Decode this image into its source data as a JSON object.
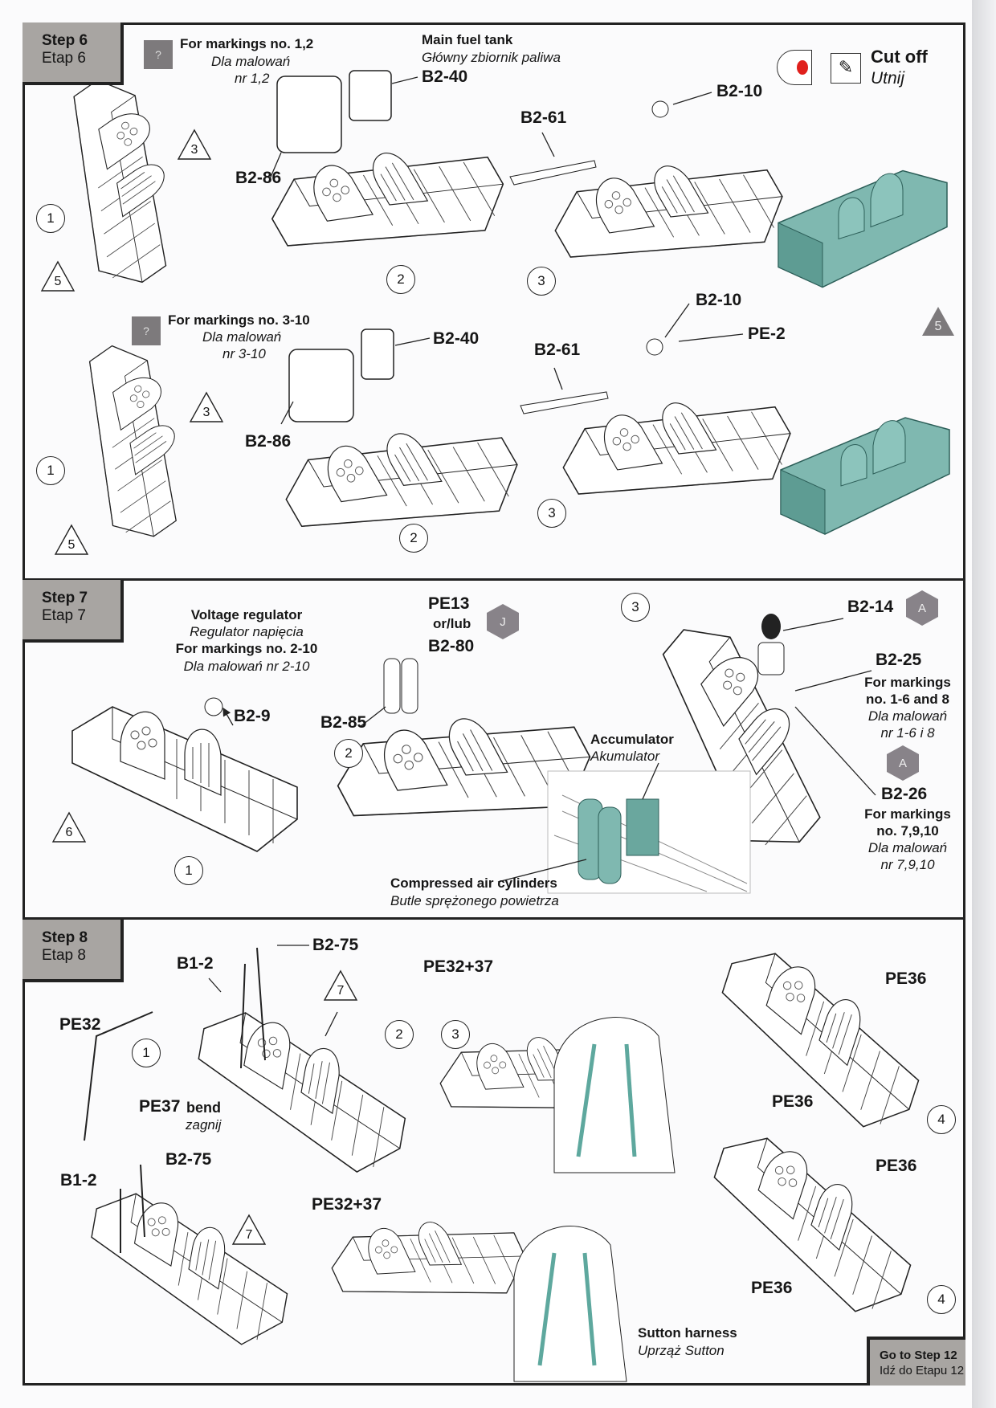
{
  "step6": {
    "header": {
      "step": "Step 6",
      "etap": "Etap 6"
    },
    "row1": {
      "marker": "?",
      "markings": "For markings no. 1,2",
      "markings_pl": "Dla malowań",
      "markings_nr": "nr 1,2",
      "fuel_tank": "Main fuel tank",
      "fuel_tank_pl": "Główny zbiornik paliwa",
      "parts": {
        "b2_40": "B2-40",
        "b2_86": "B2-86",
        "b2_61": "B2-61",
        "b2_10": "B2-10"
      },
      "callouts": {
        "c1": "1",
        "c2": "2",
        "c3": "3",
        "t3": "3",
        "t5": "5"
      }
    },
    "cut_off": {
      "label": "Cut off",
      "label_pl": "Utnij"
    },
    "next_badge": "5",
    "row2": {
      "marker": "?",
      "markings": "For markings no. 3-10",
      "markings_pl": "Dla malowań",
      "markings_nr": "nr 3-10",
      "parts": {
        "b2_40": "B2-40",
        "b2_86": "B2-86",
        "b2_61": "B2-61",
        "b2_10": "B2-10",
        "pe_2": "PE-2"
      },
      "callouts": {
        "c1": "1",
        "c2": "2",
        "c3": "3",
        "t3": "3",
        "t5": "5"
      }
    }
  },
  "step7": {
    "header": {
      "step": "Step 7",
      "etap": "Etap 7"
    },
    "voltage": {
      "title": "Voltage regulator",
      "title_pl": "Regulator napięcia",
      "markings": "For markings no. 2-10",
      "markings_pl": "Dla malowań nr 2-10"
    },
    "parts": {
      "b2_9": "B2-9",
      "pe13": "PE13",
      "or": "or/lub",
      "b2_80": "B2-80",
      "b2_85": "B2-85",
      "b2_14": "B2-14",
      "b2_25": "B2-25",
      "b2_26": "B2-26"
    },
    "hex_j": "J",
    "hex_a1": "A",
    "hex_a2": "A",
    "b2_25_note": {
      "l1": "For markings",
      "l2": "no. 1-6 and 8",
      "l3": "Dla malowań",
      "l4": "nr 1-6 i 8"
    },
    "b2_26_note": {
      "l1": "For markings",
      "l2": "no. 7,9,10",
      "l3": "Dla malowań",
      "l4": "nr 7,9,10"
    },
    "accumulator": {
      "label": "Accumulator",
      "label_pl": "Akumulator"
    },
    "cylinders": {
      "label": "Compressed air cylinders",
      "label_pl": "Butle sprężonego powietrza"
    },
    "callouts": {
      "c1": "1",
      "c2": "2",
      "c3": "3",
      "t6": "6"
    }
  },
  "step8": {
    "header": {
      "step": "Step 8",
      "etap": "Etap 8"
    },
    "parts": {
      "b2_75a": "B2-75",
      "b1_2a": "B1-2",
      "pe32": "PE32",
      "pe37": "PE37",
      "bend": "bend",
      "bend_pl": "zagnij",
      "pe32_37a": "PE32+37",
      "pe36a": "PE36",
      "pe36b": "PE36",
      "b2_75b": "B2-75",
      "b1_2b": "B1-2",
      "pe32_37b": "PE32+37",
      "pe36c": "PE36",
      "pe36d": "PE36"
    },
    "sutton": {
      "label": "Sutton harness",
      "label_pl": "Uprząż Sutton"
    },
    "callouts": {
      "c1": "1",
      "c2": "2",
      "c3": "3",
      "c4a": "4",
      "c4b": "4",
      "t7a": "7",
      "t7b": "7"
    },
    "goto": {
      "label": "Go to Step 12",
      "label_pl": "Idź do Etapu 12"
    }
  },
  "colors": {
    "header_bg": "#a8a5a2",
    "teal": "#7fb8b0",
    "marker": "#7d7a7c",
    "cut_red": "#e0201c"
  }
}
